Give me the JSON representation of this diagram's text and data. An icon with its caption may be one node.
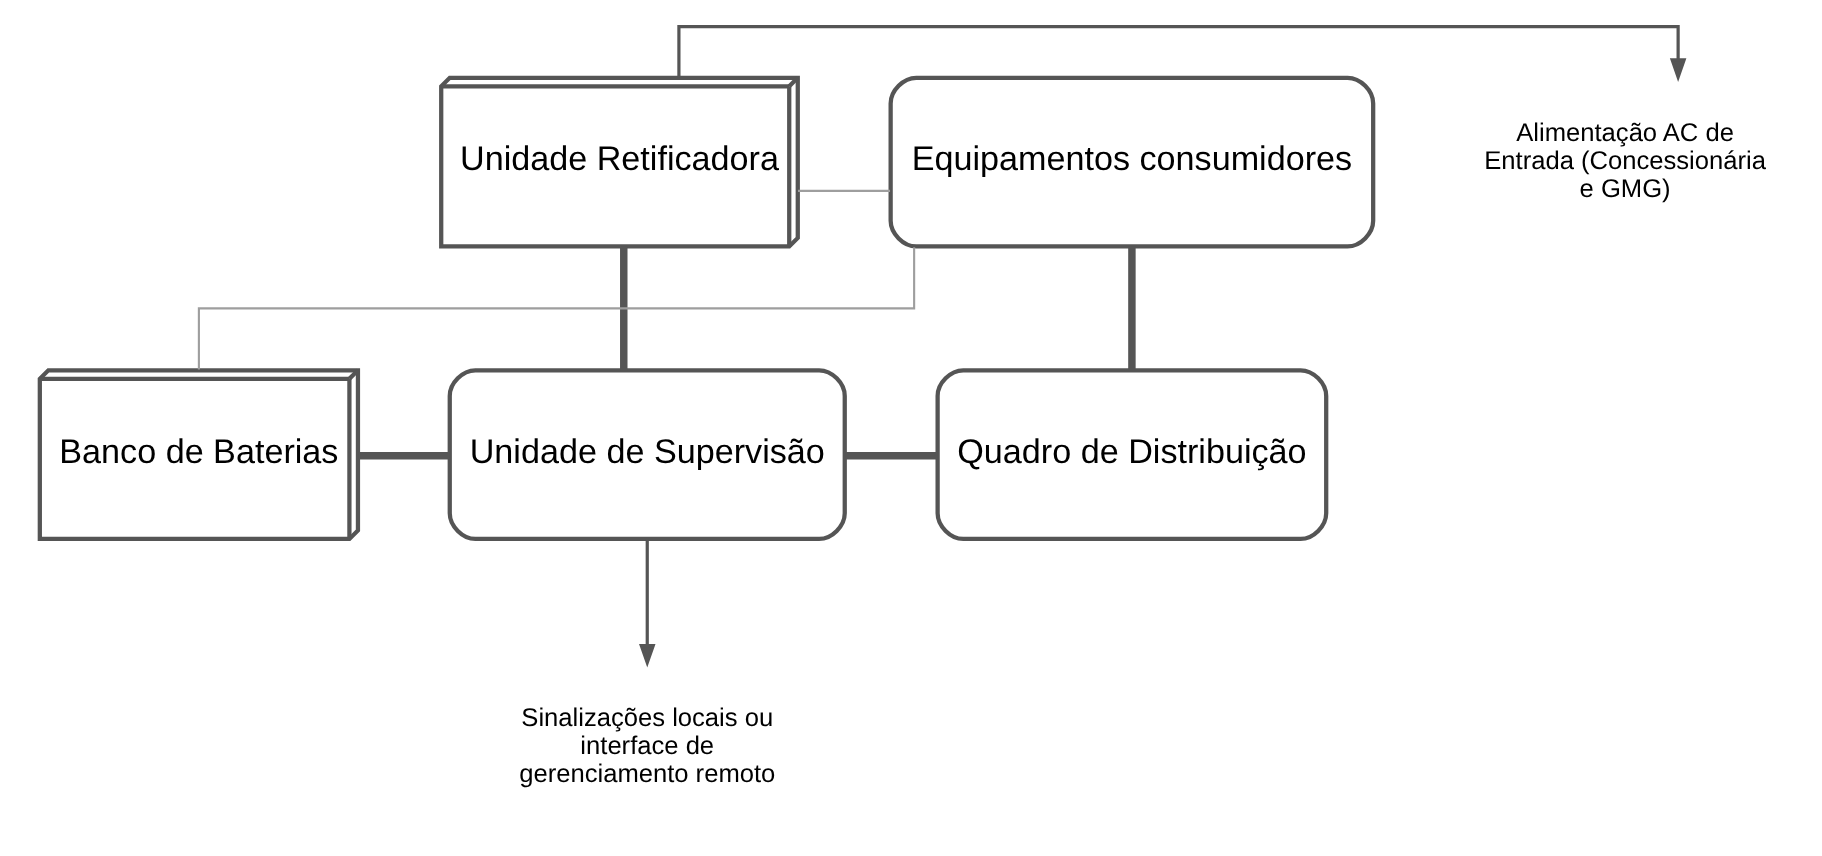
{
  "diagram": {
    "nodes": [
      {
        "text": [
          "Unidade Retificadora"
        ]
      },
      {
        "text": [
          "Equipamentos consumidores"
        ]
      },
      {
        "text": [
          "Banco de Baterias"
        ]
      },
      {
        "text": [
          "Unidade de Supervisão"
        ]
      },
      {
        "text": [
          "Quadro de Distribuição"
        ]
      },
      {
        "text": [
          "Alimentação AC de Entrada (Concessionária e GMG)"
        ]
      },
      {
        "text": [
          "Sinalizações locais ou interface de gerenciamento remoto"
        ]
      }
    ],
    "edges": [
      {
        "from": 0,
        "to": 5,
        "arrow": "to"
      },
      {
        "from": 0,
        "to": 1,
        "arrow": "none",
        "color": "#9e9e9e"
      },
      {
        "from": 2,
        "to": 1,
        "arrow": "none",
        "color": "#9e9e9e"
      },
      {
        "from": 0,
        "to": 3,
        "arrow": "none",
        "style": "thick"
      },
      {
        "from": 2,
        "to": 3,
        "arrow": "none",
        "style": "thick"
      },
      {
        "from": 3,
        "to": 4,
        "arrow": "none",
        "style": "thick"
      },
      {
        "from": 1,
        "to": 4,
        "arrow": "none",
        "style": "thick"
      },
      {
        "from": 3,
        "to": 6,
        "arrow": "to"
      }
    ]
  }
}
